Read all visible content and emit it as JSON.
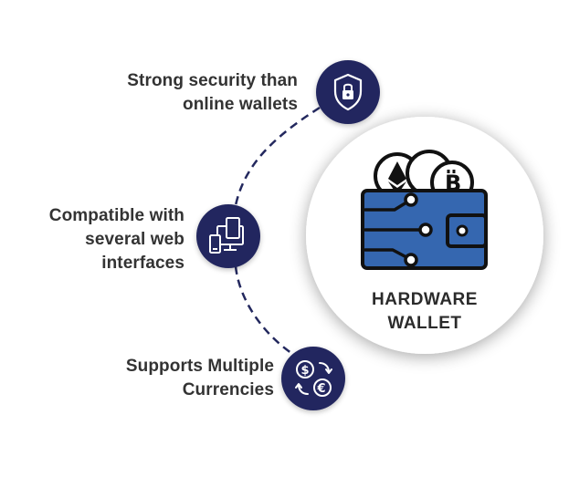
{
  "colors": {
    "navy": "#23285e",
    "wallet_blue": "#3567b0",
    "outline": "#111111",
    "text": "#333333",
    "dash": "#23285e"
  },
  "center": {
    "title_line1": "HARDWARE",
    "title_line2": "WALLET",
    "icon": "hardware-wallet-icon"
  },
  "features": [
    {
      "lines": [
        "Strong security than",
        "online wallets"
      ],
      "icon": "shield-lock-icon"
    },
    {
      "lines": [
        "Compatible with",
        "several web",
        "interfaces"
      ],
      "icon": "devices-icon"
    },
    {
      "lines": [
        "Supports Multiple",
        "Currencies"
      ],
      "icon": "currency-exchange-icon"
    }
  ]
}
